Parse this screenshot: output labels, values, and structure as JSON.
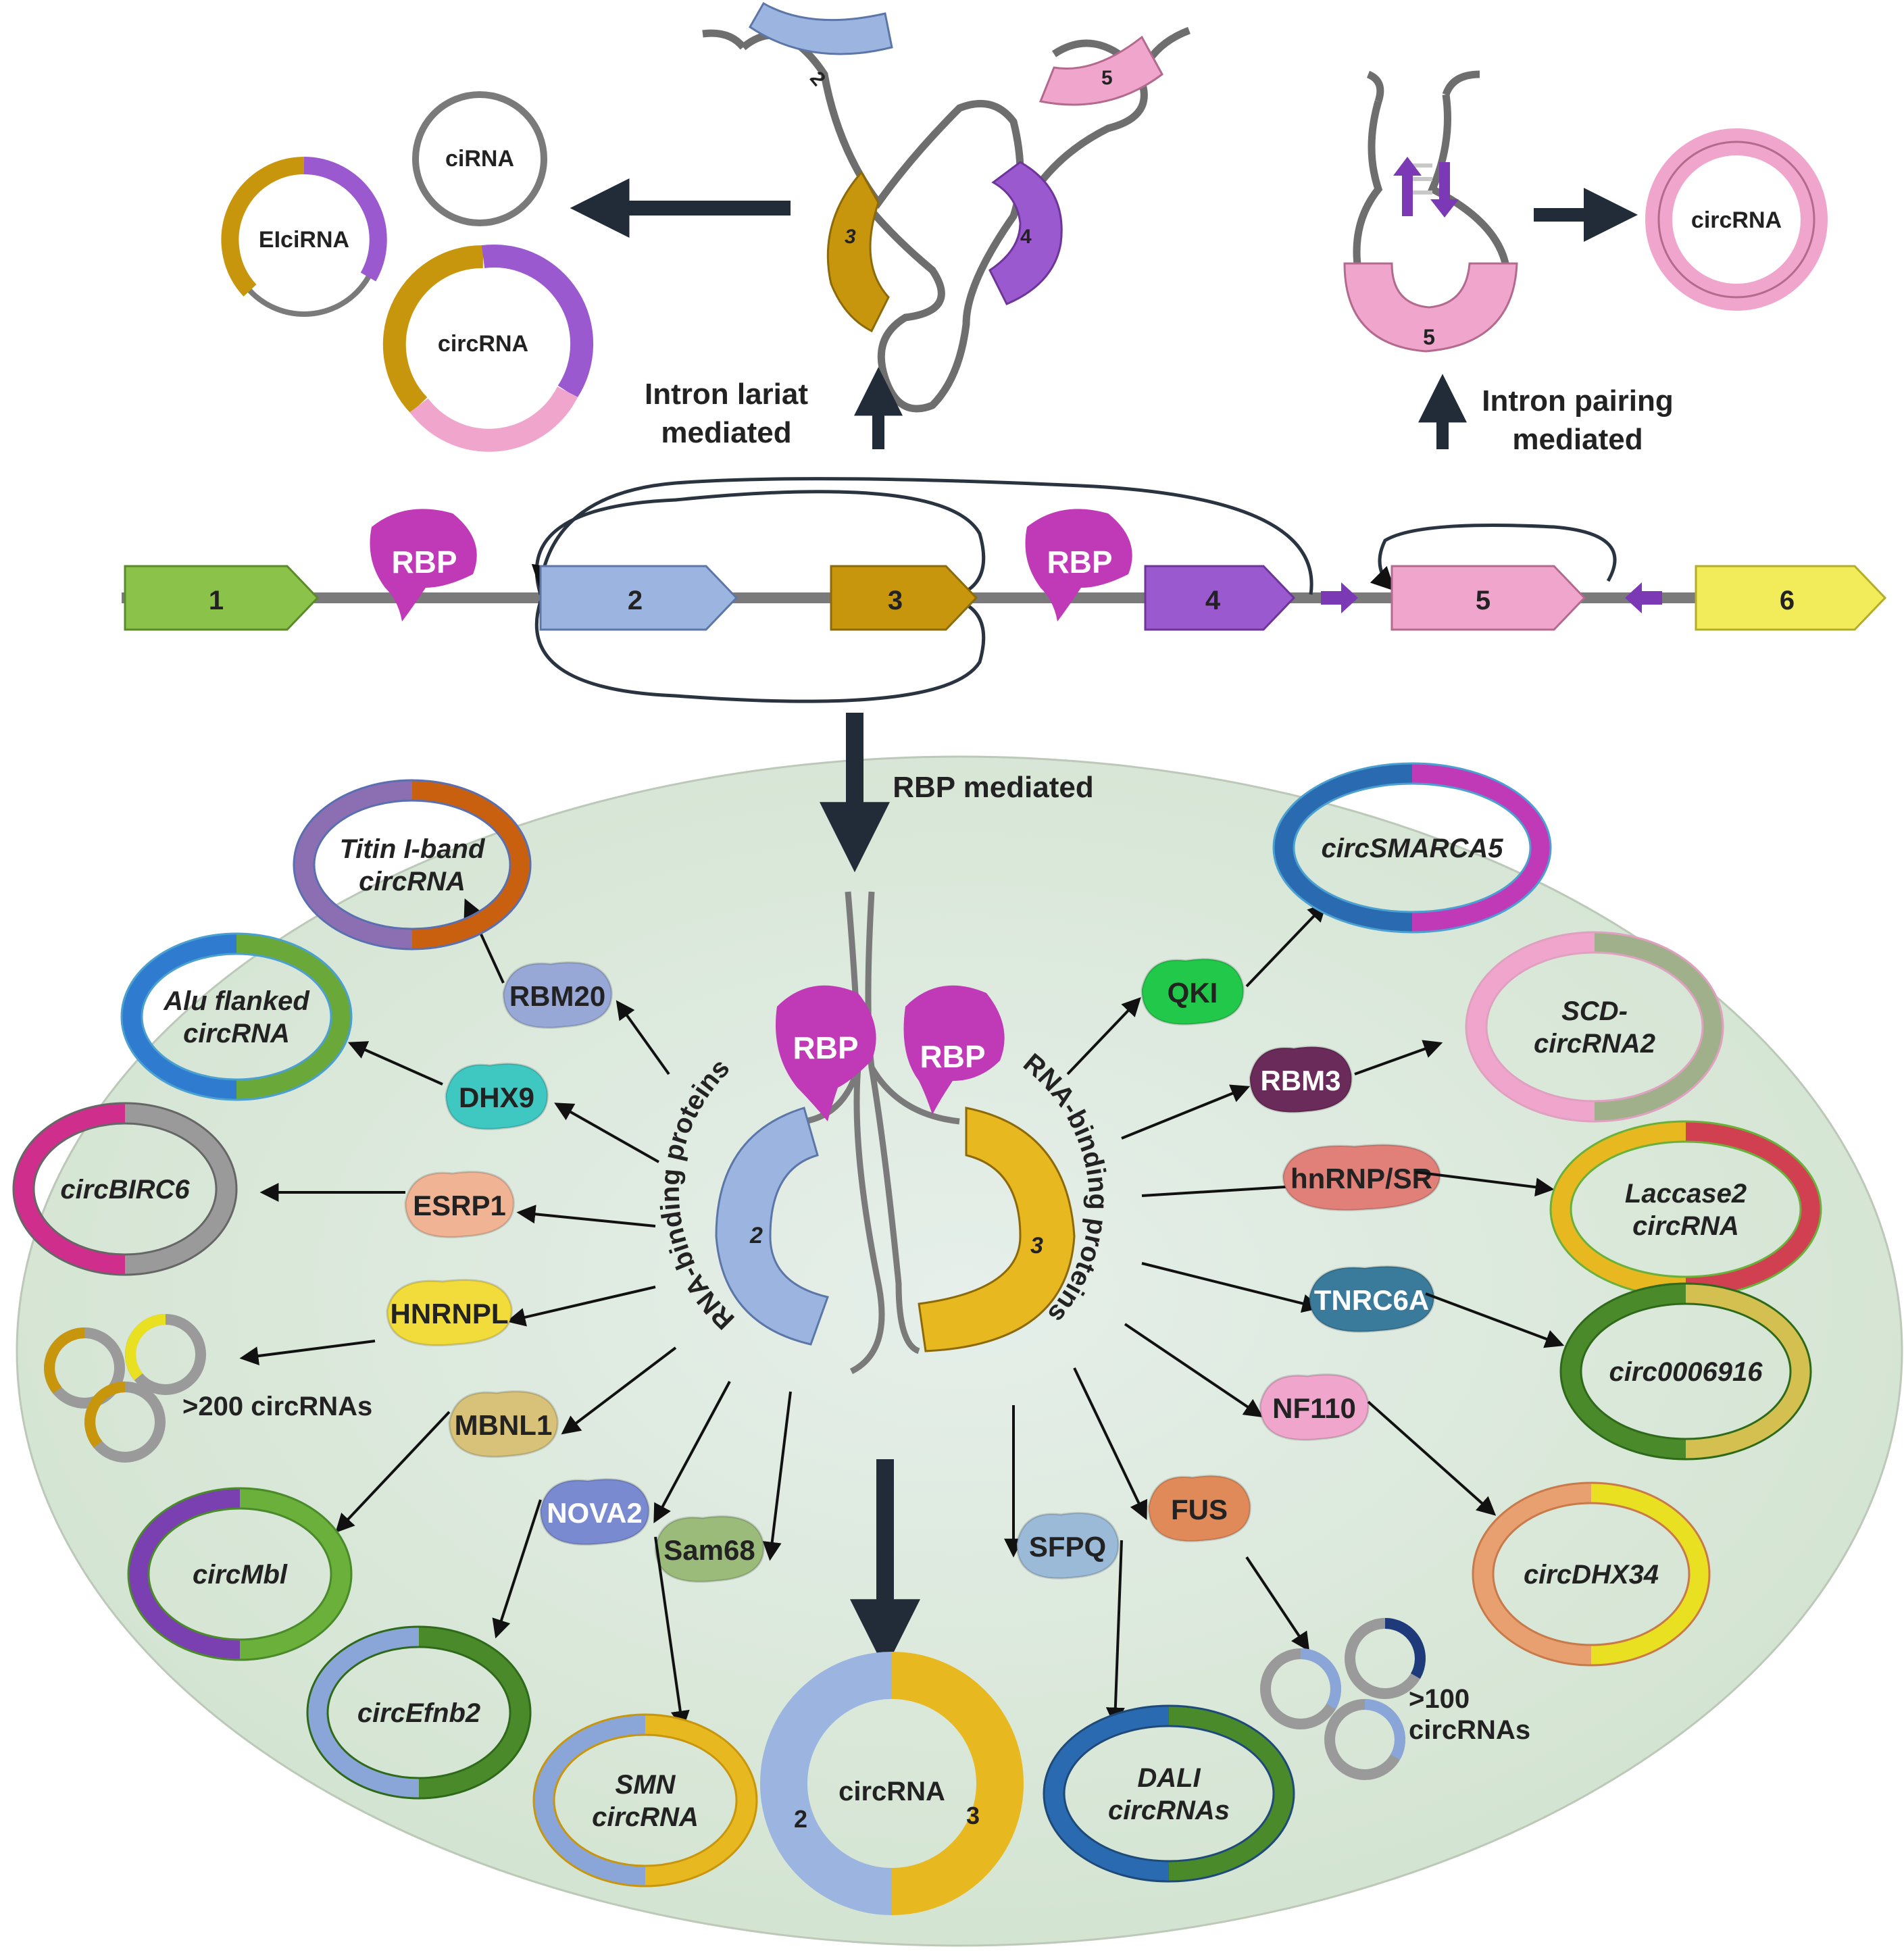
{
  "colors": {
    "exon1": "#8bc34a",
    "exon2": "#9bb5e0",
    "exon3": "#c8960c",
    "exon4": "#9b59d0",
    "exon5": "#f0a6cc",
    "exon6": "#f2ec5a",
    "rbp": "#c03ab8",
    "arrow": "#222c38",
    "ellipse": "#dfe9dc",
    "intron": "#7a7a7a"
  },
  "top_left": {
    "circles": {
      "ciRNA": "ciRNA",
      "EIciRNA": "EIciRNA",
      "circRNA": "circRNA"
    },
    "lariat_numbers": [
      "2",
      "3",
      "4",
      "5"
    ],
    "caption": [
      "Intron lariat",
      "mediated"
    ]
  },
  "top_right": {
    "circRNA": "circRNA",
    "exon_number": "5",
    "caption": [
      "Intron pairing",
      "mediated"
    ]
  },
  "gene": {
    "exons": [
      "1",
      "2",
      "3",
      "4",
      "5",
      "6"
    ],
    "rbp_labels": [
      "RBP",
      "RBP"
    ]
  },
  "center": {
    "rbp_mediated": "RBP mediated",
    "rbp_labels": [
      "RBP",
      "RBP"
    ],
    "left_arc_text": "RNA-binding proteins",
    "right_arc_text": "RNA-binding proteins",
    "exon_left": "2",
    "exon_right": "3",
    "circRNA": {
      "label": "circRNA",
      "n2": "2",
      "n3": "3"
    }
  },
  "left_proteins": [
    {
      "protein": "RBM20",
      "target": [
        "Titin I-band",
        "circRNA"
      ]
    },
    {
      "protein": "DHX9",
      "target": [
        "Alu flanked",
        "circRNA"
      ]
    },
    {
      "protein": "ESRP1",
      "target": [
        "circBIRC6"
      ]
    },
    {
      "protein": "HNRNPL",
      "target": [
        ">200 circRNAs"
      ]
    },
    {
      "protein": "MBNL1",
      "target": [
        "circMbl"
      ]
    },
    {
      "protein": "NOVA2",
      "target": [
        "circEfnb2"
      ]
    },
    {
      "protein": "Sam68",
      "target": [
        "SMN",
        "circRNA"
      ]
    }
  ],
  "right_proteins": [
    {
      "protein": "QKI",
      "target": [
        "circSMARCA5"
      ]
    },
    {
      "protein": "RBM3",
      "target": [
        "SCD-",
        "circRNA2"
      ]
    },
    {
      "protein": "hnRNP/SR",
      "target": [
        "Laccase2",
        "circRNA"
      ]
    },
    {
      "protein": "TNRC6A",
      "target": [
        "circ0006916"
      ]
    },
    {
      "protein": "NF110",
      "target": [
        "circDHX34"
      ]
    },
    {
      "protein": "FUS",
      "target": [
        ">100",
        "circRNAs"
      ]
    },
    {
      "protein": "SFPQ",
      "target": [
        "DALI",
        "circRNAs"
      ]
    }
  ]
}
